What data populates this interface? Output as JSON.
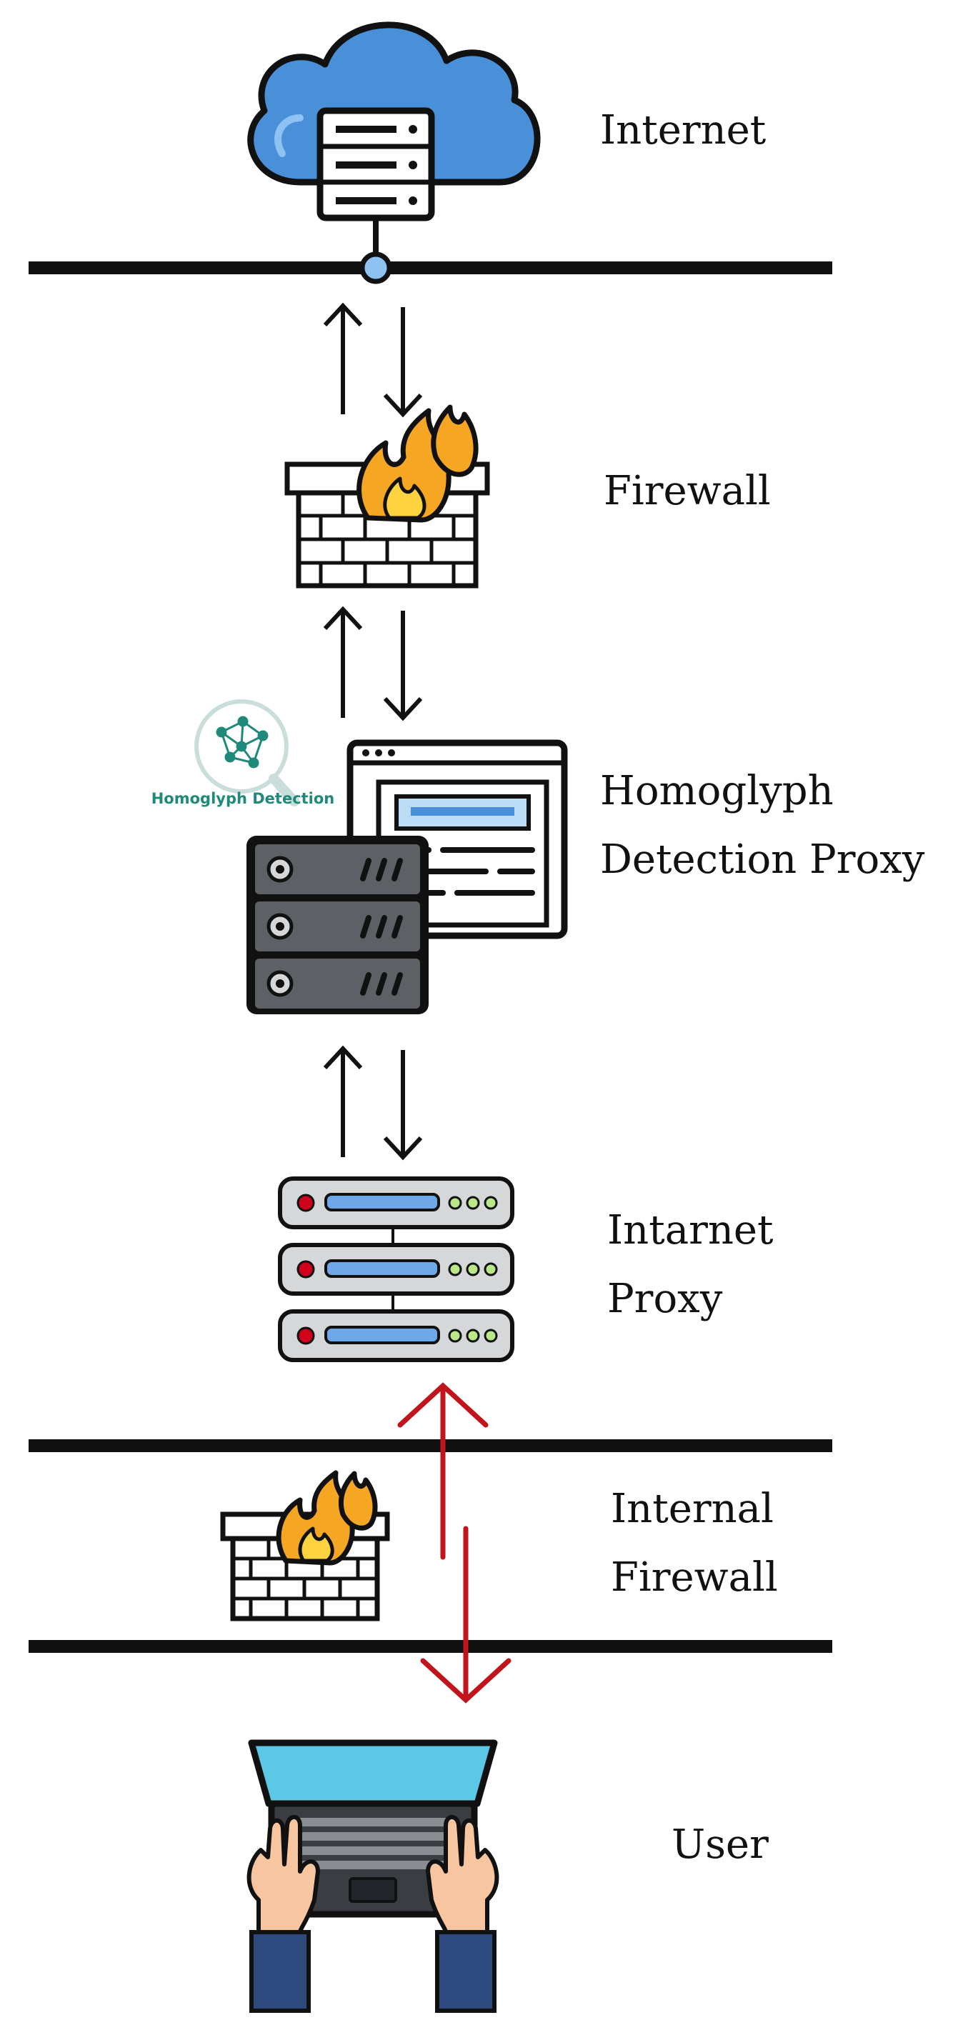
{
  "labels": {
    "internet": "Internet",
    "firewall": "Firewall",
    "homoglyph_line1": "Homoglyph",
    "homoglyph_line2": "Detection Proxy",
    "intranet_line1": "Intarnet",
    "intranet_line2": "Proxy",
    "internal_line1": "Internal",
    "internal_line2": "Firewall",
    "user": "User"
  },
  "badge": {
    "text": "Homoglyph Detection"
  },
  "colors": {
    "line": "#111111",
    "red_arrow": "#c0151b",
    "cloud": "#4a90d9",
    "brick": "#ffffff",
    "flame_outer": "#f5a623",
    "flame_inner": "#ffd23f",
    "server_dark": "#5d6166",
    "server_light": "#d6d7d9",
    "screen": "#5bc8e6",
    "badge_teal": "#1f8a7a"
  },
  "icons": [
    "cloud-server-icon",
    "firewall-icon",
    "homoglyph-logo-icon",
    "proxy-server-icon",
    "rack-server-icon",
    "laptop-icon"
  ]
}
